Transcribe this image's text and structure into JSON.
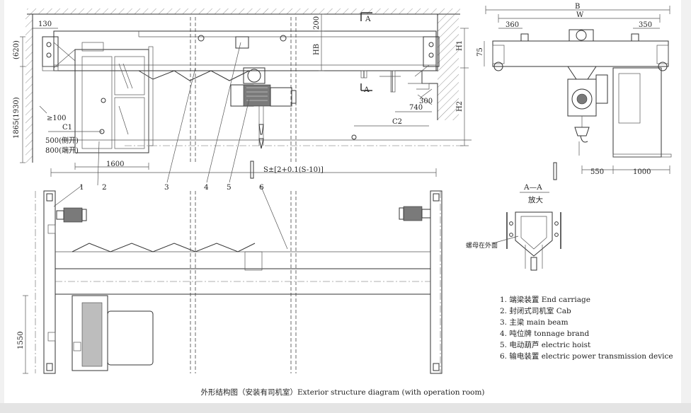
{
  "dimensions": {
    "d_130": "130",
    "d_620": "(620)",
    "d_1865": "1865(1930)",
    "d_100": "≥100",
    "d_c1": "C1",
    "d_500": "500(侧开)",
    "d_800": "800(端开)",
    "d_1600": "1600",
    "d_200": "200",
    "d_hb": "HB",
    "d_h1": "H1",
    "d_h2": "H2",
    "d_c2": "C2",
    "d_740": "740",
    "d_300": "300",
    "d_span": "S±[2+0.1(S-10)]",
    "d_b": "B",
    "d_w": "W",
    "d_360": "360",
    "d_350": "350",
    "d_75": "75",
    "d_550": "550",
    "d_1000": "1000",
    "d_1550": "1550"
  },
  "section_marks": {
    "a_top": "A",
    "a_mid": "A",
    "aa_title": "A—A",
    "aa_sub": "放大",
    "nut_note": "螺母在外面"
  },
  "part_numbers": [
    "1",
    "2",
    "3",
    "4",
    "5",
    "6"
  ],
  "legend": [
    "1. 端梁装置 End carriage",
    "2. 封闭式司机室 Cab",
    "3. 主梁 main beam",
    "4. 吨位牌 tonnage brand",
    "5. 电动葫芦 electric hoist",
    "6. 输电装置 electric power transmission device"
  ],
  "caption": "外形结构图（安装有司机室）Exterior structure diagram (with operation room)"
}
